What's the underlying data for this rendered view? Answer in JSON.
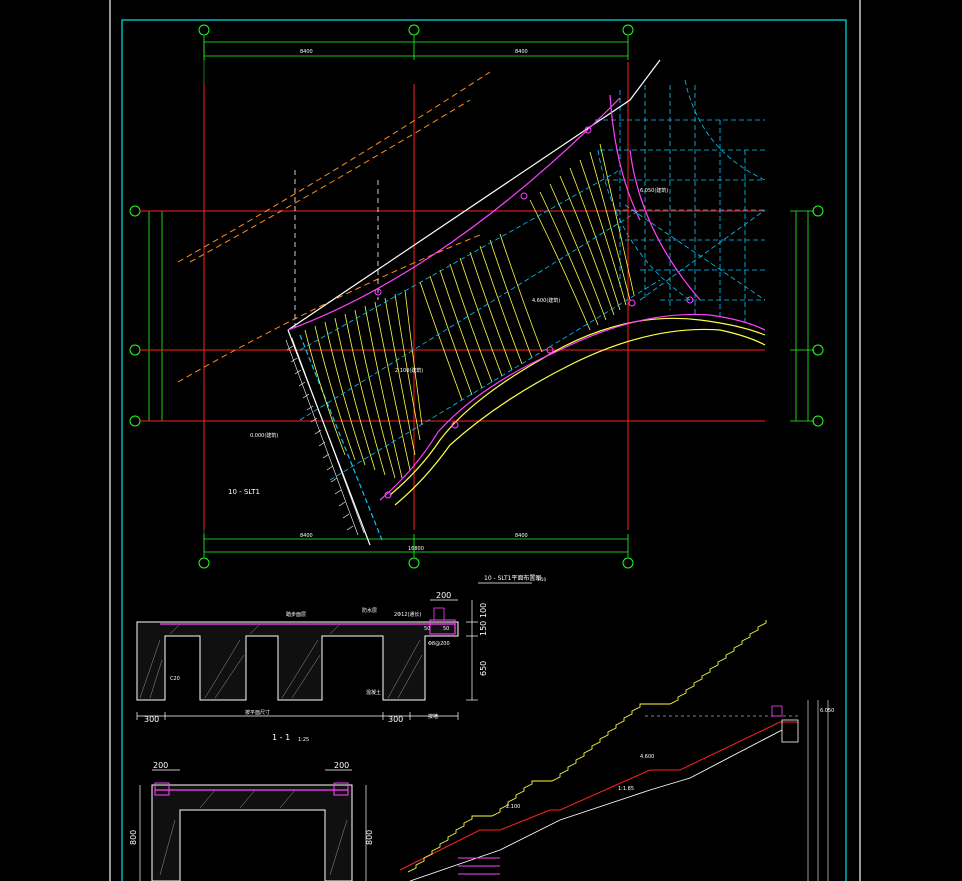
{
  "colors": {
    "background": "#000000",
    "border": "#00e5e5",
    "grid": "#ff2020",
    "dimension": "#20ff20",
    "stair": "#ffff40",
    "cyan_dash": "#00c8ff",
    "orange_dash": "#ff8c1a",
    "magenta": "#ff40ff",
    "text": "#ffffff"
  },
  "plan": {
    "title": "10 - SLT1平面布置图",
    "scale": "1:50",
    "label_left": "10 - SLT1",
    "dim_top_left": "8400",
    "dim_top_right": "8400",
    "dim_bottom_left": "8400",
    "dim_bottom_right": "8400",
    "dim_bottom_total": "16800",
    "elev_1": "2.100(建筑)",
    "elev_2": "4.600(建筑)",
    "elev_3": "6.050(建筑)",
    "elev_4": "0.000(建筑)"
  },
  "section_1_1": {
    "title": "1 - 1",
    "scale": "1:25",
    "dim_left": "300",
    "dim_middle": "按平面尺寸",
    "dim_right": "300",
    "dim_end": "按墙",
    "dim_top": "200",
    "dim_v_1": "100",
    "dim_v_2": "150",
    "dim_v_3": "650",
    "dim_small_1": "50",
    "dim_small_2": "50",
    "note_1": "踏步面层",
    "note_2": "防水层",
    "note_3": "2Φ12(通长)",
    "note_4": "Φ8@200",
    "note_5": "C20",
    "note_6": "混凝土"
  },
  "section_2_2": {
    "dim_top_left": "200",
    "dim_top_right": "200",
    "dim_left": "800",
    "dim_right": "800"
  },
  "stair_section": {
    "level_1": "2.100",
    "level_2": "4.600",
    "level_3": "6.050",
    "slope_label": "1:1.85"
  }
}
